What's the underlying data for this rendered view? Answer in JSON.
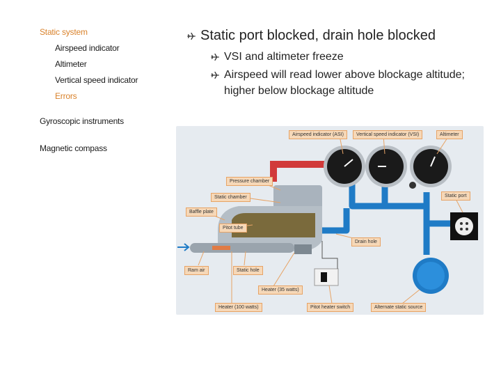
{
  "nav": {
    "items": [
      {
        "label": "Static system",
        "accent": true
      },
      {
        "label": "Airspeed indicator",
        "accent": false
      },
      {
        "label": "Altimeter",
        "accent": false
      },
      {
        "label": "Vertical speed indicator",
        "accent": false
      },
      {
        "label": "Errors",
        "accent": true
      },
      {
        "label": "Gyroscopic instruments",
        "accent": false
      },
      {
        "label": "Magnetic compass",
        "accent": false
      }
    ]
  },
  "content": {
    "heading": "Static port blocked, drain hole blocked",
    "bullets": [
      "VSI and altimeter freeze",
      "Airspeed will read lower above blockage altitude; higher below blockage altitude"
    ]
  },
  "diagram": {
    "labels": {
      "asi": "Airspeed indicator (ASI)",
      "vsi": "Vertical speed indicator (VSI)",
      "altimeter": "Altimeter",
      "pressure_chamber": "Pressure chamber",
      "static_chamber": "Static chamber",
      "baffle_plate": "Baffle plate",
      "pitot_tube": "Pitot tube",
      "static_port": "Static port",
      "drain_hole": "Drain hole",
      "ram_air": "Ram air",
      "static_hole": "Static hole",
      "heater_35": "Heater (35 watts)",
      "heater_100": "Heater (100 watts)",
      "pitot_heater_switch": "Pitot heater switch",
      "alternate_static_source": "Alternate static source"
    }
  },
  "colors": {
    "accent": "#d9822b",
    "pipe_blue": "#1f7bc6",
    "pipe_red": "#d13a3a",
    "callout_fill": "#f6d8b8"
  }
}
